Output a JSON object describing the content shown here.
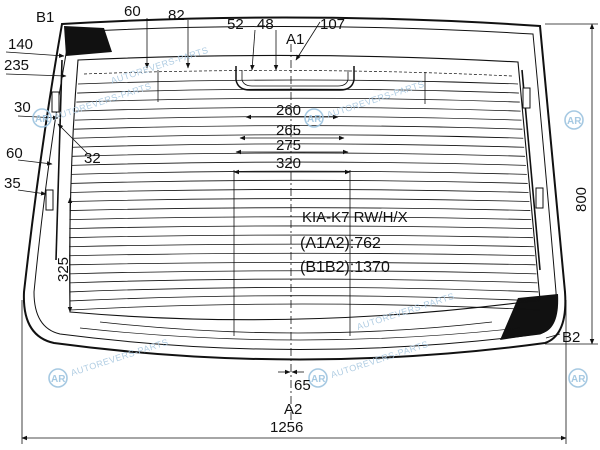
{
  "drawing": {
    "model": "KIA-K7 RW/H/X",
    "a1a2": "(A1A2):762",
    "b1b2": "(B1B2):1370"
  },
  "points": {
    "a1": "A1",
    "a2": "A2",
    "b1": "B1",
    "b2": "B2"
  },
  "dimensions": {
    "top_60": "60",
    "top_82": "82",
    "top_52": "52",
    "top_48": "48",
    "top_107": "107",
    "left_140": "140",
    "left_235": "235",
    "left_30": "30",
    "left_32": "32",
    "left_60": "60",
    "left_35": "35",
    "left_325": "325",
    "c_260": "260",
    "c_265": "265",
    "c_275": "275",
    "c_320": "320",
    "right_800": "800",
    "bottom_65": "65",
    "bottom_1256": "1256"
  },
  "watermark": {
    "text": "AUTOREVERS-PARTS",
    "logo": "AR"
  }
}
